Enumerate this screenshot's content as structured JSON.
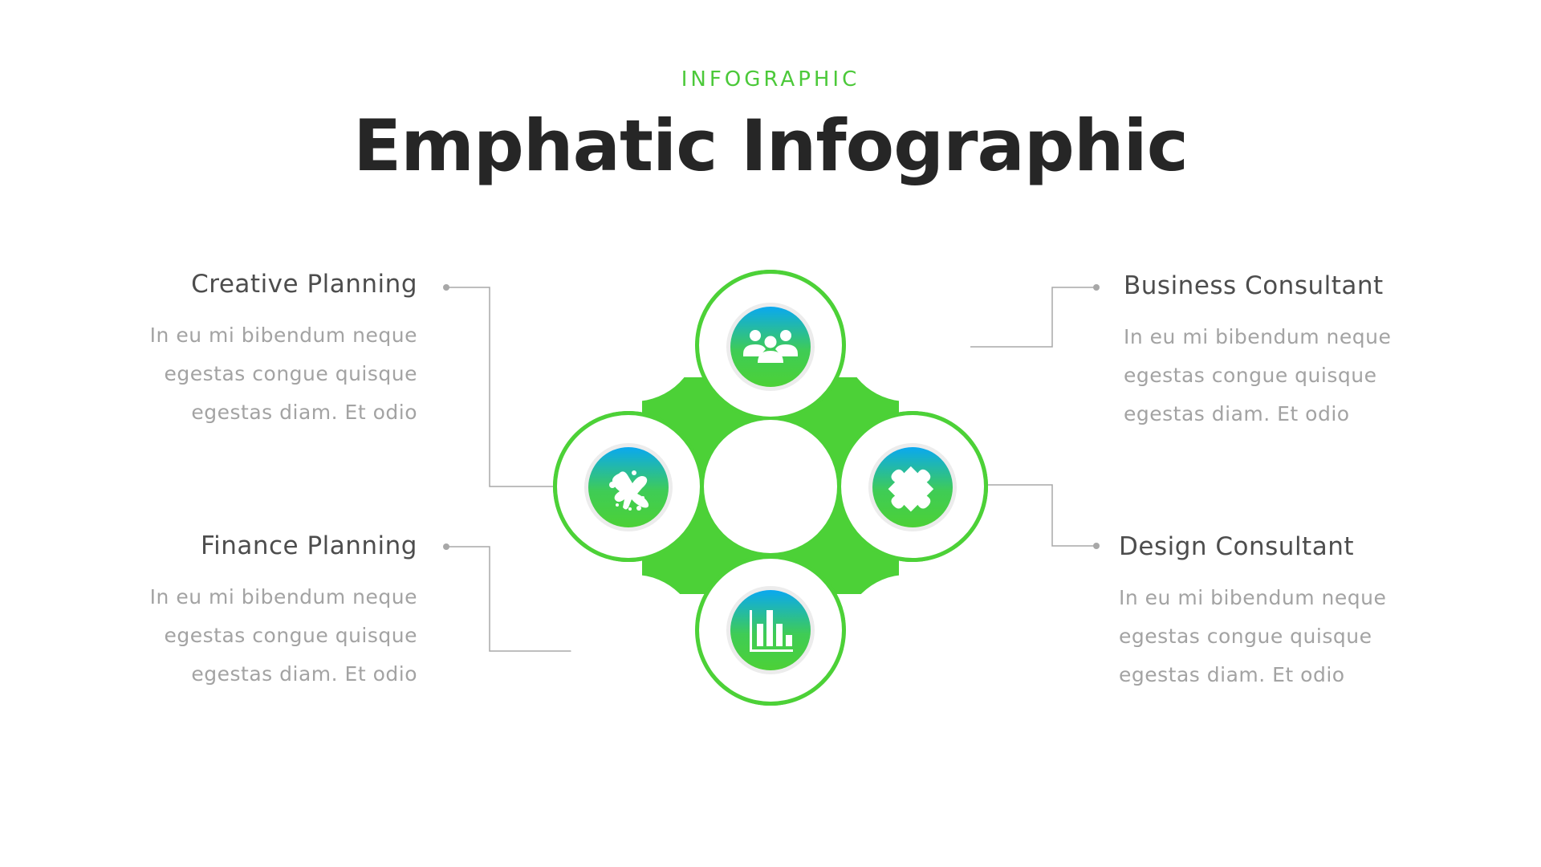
{
  "header": {
    "eyebrow": "INFOGRAPHIC",
    "title": "Emphatic Infographic"
  },
  "colors": {
    "accent_green": "#4cd137",
    "gradient_top": "#0aa8f0",
    "gradient_bottom": "#4cd137",
    "heading_text": "#262626",
    "item_title_text": "#4d4d4d",
    "body_text": "#a3a3a3",
    "connector_line": "#a8a8a8",
    "icon_ring": "#ececec"
  },
  "items": [
    {
      "position": "top-left",
      "title": "Creative Planning",
      "body": "In eu mi bibendum neque egestas congue quisque egestas diam. Et odio",
      "icon": "paint-splash-icon"
    },
    {
      "position": "bottom-left",
      "title": "Finance Planning",
      "body": "In eu mi bibendum neque egestas congue quisque egestas diam. Et odio",
      "icon": "bar-chart-icon"
    },
    {
      "position": "top-right",
      "title": "Business Consultant",
      "body": "In eu mi bibendum neque egestas congue quisque egestas diam. Et odio",
      "icon": "team-icon"
    },
    {
      "position": "bottom-right",
      "title": "Design Consultant",
      "body": "In eu mi bibendum neque egestas congue quisque egestas diam. Et odio",
      "icon": "puzzle-piece-icon"
    }
  ]
}
